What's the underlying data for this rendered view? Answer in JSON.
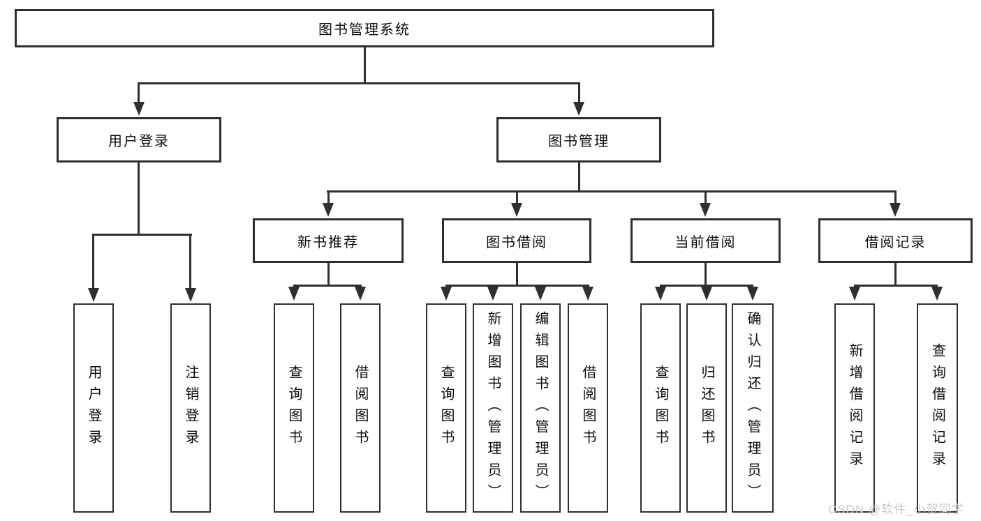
{
  "tree": {
    "label": "图书管理系统",
    "children": [
      {
        "label": "用户登录",
        "children": [
          {
            "label": "用户登录"
          },
          {
            "label": "注销登录"
          }
        ]
      },
      {
        "label": "图书管理",
        "children": [
          {
            "label": "新书推荐",
            "children": [
              {
                "label": "查询图书"
              },
              {
                "label": "借阅图书"
              }
            ]
          },
          {
            "label": "图书借阅",
            "children": [
              {
                "label": "查询图书"
              },
              {
                "label": "新增图书（管理员）"
              },
              {
                "label": "编辑图书（管理员）"
              },
              {
                "label": "借阅图书"
              }
            ]
          },
          {
            "label": "当前借阅",
            "children": [
              {
                "label": "查询图书"
              },
              {
                "label": "归还图书"
              },
              {
                "label": "确认归还（管理员）"
              }
            ]
          },
          {
            "label": "借阅记录",
            "children": [
              {
                "label": "新增借阅记录"
              },
              {
                "label": "查询借阅记录"
              }
            ]
          }
        ]
      }
    ]
  },
  "watermark": {
    "text": "CSDN @软件_小贺同学"
  },
  "colors": {
    "line": "#2f2f2f",
    "box_background": "#ffffff",
    "text": "#0d0d0d",
    "watermark": "#c9c9c9"
  }
}
